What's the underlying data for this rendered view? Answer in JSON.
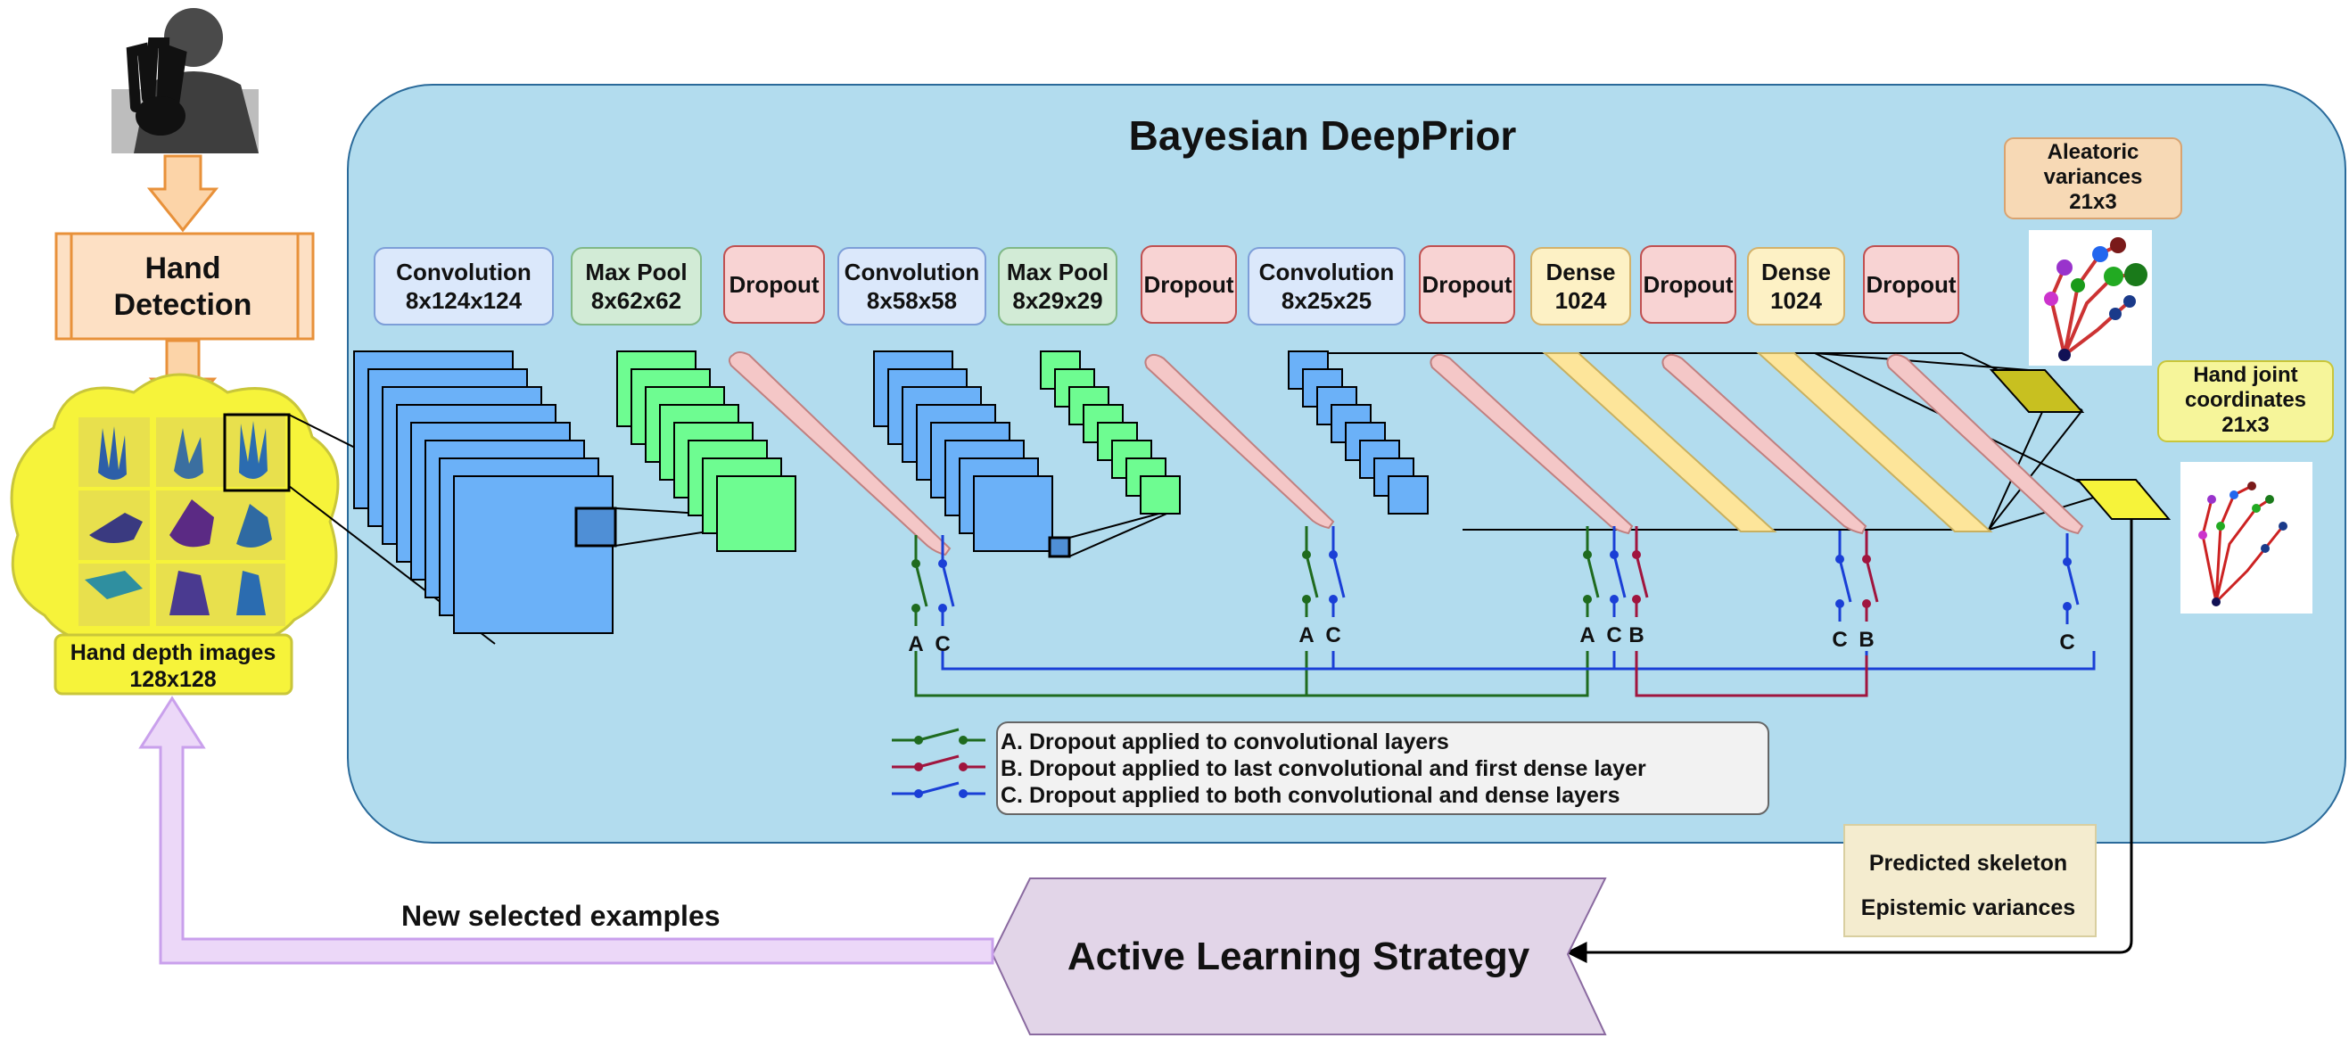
{
  "title": "Bayesian DeepPrior",
  "input": {
    "hand_detection": [
      "Hand",
      "Detection"
    ],
    "depth_images": [
      "Hand depth images",
      "128x128"
    ]
  },
  "layers": [
    {
      "id": "conv1",
      "kind": "conv",
      "lines": [
        "Convolution",
        "8x124x124"
      ]
    },
    {
      "id": "pool1",
      "kind": "pool",
      "lines": [
        "Max Pool",
        "8x62x62"
      ]
    },
    {
      "id": "drop1",
      "kind": "dropout",
      "lines": [
        "Dropout"
      ]
    },
    {
      "id": "conv2",
      "kind": "conv",
      "lines": [
        "Convolution",
        "8x58x58"
      ]
    },
    {
      "id": "pool2",
      "kind": "pool",
      "lines": [
        "Max Pool",
        "8x29x29"
      ]
    },
    {
      "id": "drop2",
      "kind": "dropout",
      "lines": [
        "Dropout"
      ]
    },
    {
      "id": "conv3",
      "kind": "conv",
      "lines": [
        "Convolution",
        "8x25x25"
      ]
    },
    {
      "id": "drop3",
      "kind": "dropout",
      "lines": [
        "Dropout"
      ]
    },
    {
      "id": "dense1",
      "kind": "dense",
      "lines": [
        "Dense",
        "1024"
      ]
    },
    {
      "id": "drop4",
      "kind": "dropout",
      "lines": [
        "Dropout"
      ]
    },
    {
      "id": "dense2",
      "kind": "dense",
      "lines": [
        "Dense",
        "1024"
      ]
    },
    {
      "id": "drop5",
      "kind": "dropout",
      "lines": [
        "Dropout"
      ]
    }
  ],
  "outputs": {
    "aleatoric": [
      "Aleatoric",
      "variances",
      "21x3"
    ],
    "joints": [
      "Hand joint",
      "coordinates",
      "21x3"
    ]
  },
  "switch_groups": [
    {
      "id": "sw-drop1",
      "labels": [
        "A",
        "C"
      ]
    },
    {
      "id": "sw-drop3",
      "labels": [
        "A",
        "C"
      ]
    },
    {
      "id": "sw-dense1",
      "labels": [
        "A",
        "C",
        "B"
      ]
    },
    {
      "id": "sw-dense2",
      "labels": [
        "C",
        "B"
      ]
    },
    {
      "id": "sw-final",
      "labels": [
        "C"
      ]
    }
  ],
  "legend": [
    {
      "key": "A",
      "color": "#1f6b1f",
      "text": "A. Dropout applied to convolutional layers"
    },
    {
      "key": "B",
      "color": "#a0153e",
      "text": "B. Dropout applied to last convolutional and first dense layer"
    },
    {
      "key": "C",
      "color": "#1a3fd6",
      "text": "C. Dropout applied to both convolutional and dense layers"
    }
  ],
  "predicted_box": [
    "Predicted skeleton",
    "Epistemic variances"
  ],
  "active_learning": "Active Learning Strategy",
  "new_examples": "New selected examples",
  "colors": {
    "panel": "#b2dcee",
    "conv": "#6bb1f8",
    "pool": "#6efc91",
    "dropout": "#f4c7c7",
    "dense": "#fde59a",
    "output": "#f3f055",
    "A": "#1f6b1f",
    "B": "#a0153e",
    "C": "#1a3fd6"
  }
}
